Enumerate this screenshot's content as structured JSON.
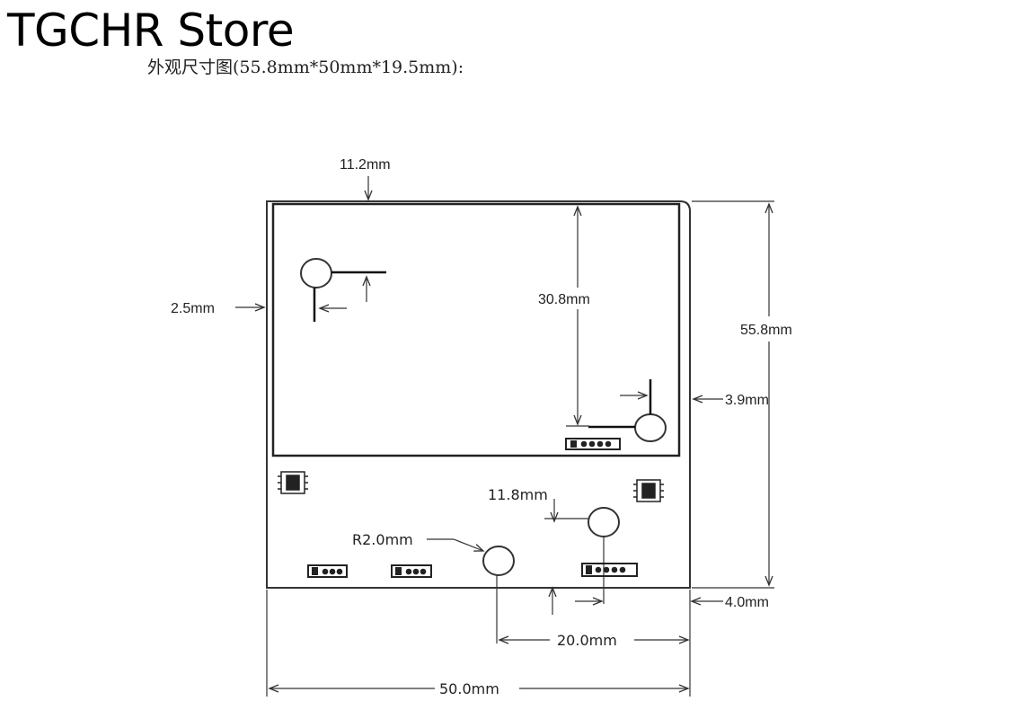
{
  "header": {
    "store_name": "TGCHR Store",
    "subtitle": "外观尺寸图(55.8mm*50mm*19.5mm):"
  },
  "dimensions": {
    "top_offset": "11.2mm",
    "left_margin": "2.5mm",
    "screen_height": "30.8mm",
    "total_height": "55.8mm",
    "right_margin": "3.9mm",
    "hole_offset": "11.8mm",
    "hole_radius": "R2.0mm",
    "bottom_margin": "4.0mm",
    "hole_spacing": "20.0mm",
    "total_width": "50.0mm"
  }
}
